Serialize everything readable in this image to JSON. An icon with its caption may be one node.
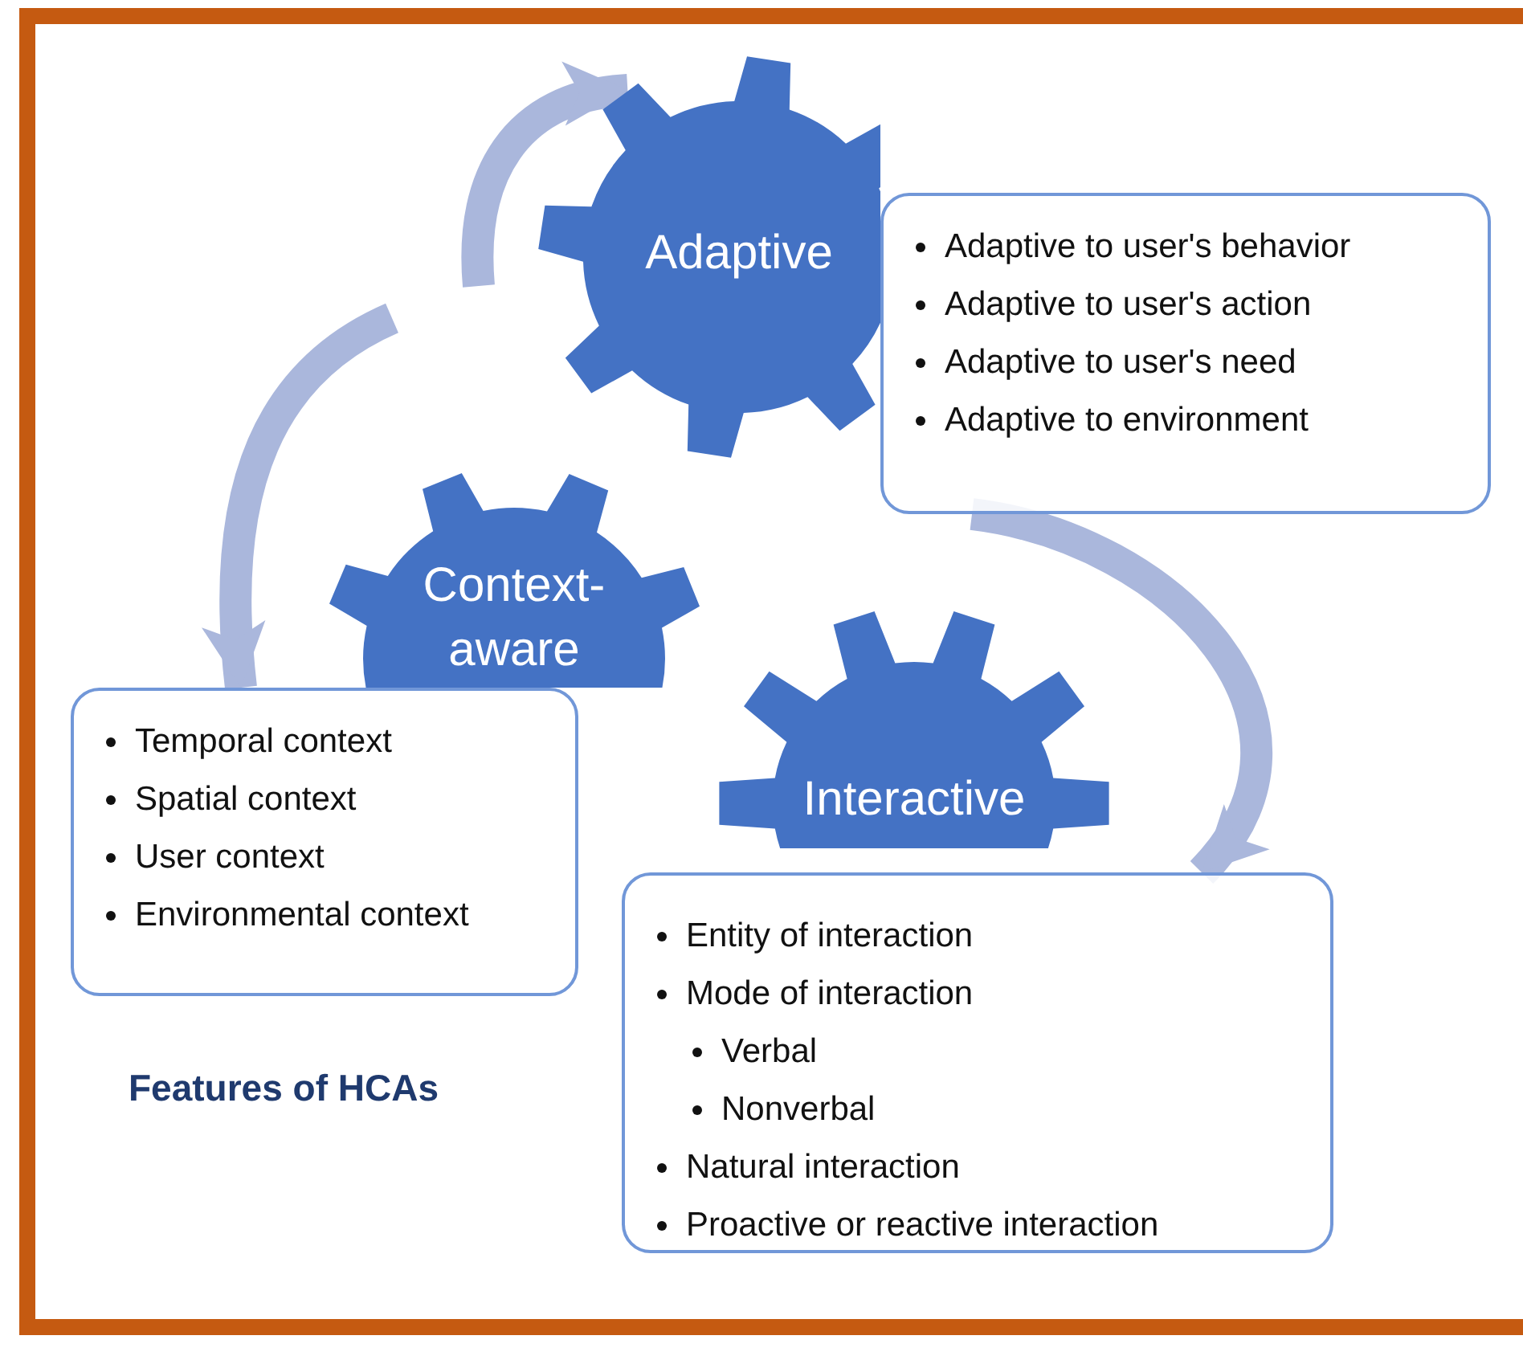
{
  "diagram": {
    "caption": "Features of HCAs",
    "nodes": [
      {
        "text": [
          "Adaptive"
        ]
      },
      {
        "text": [
          "Context- aware"
        ]
      },
      {
        "text": [
          "Interactive"
        ]
      },
      {
        "text": [
          "Adaptive to user's behavior",
          "Adaptive to user's action",
          "Adaptive to user's need",
          "Adaptive to environment"
        ]
      },
      {
        "text": [
          "Temporal context",
          "Spatial context",
          "User context",
          "Environmental context"
        ]
      },
      {
        "text": [
          "Entity of interaction",
          "Mode of interaction",
          "Verbal",
          "Nonverbal",
          "Natural interaction",
          "Proactive or reactive interaction"
        ]
      }
    ],
    "edges": [
      {
        "from": null,
        "to": 0,
        "arrow": "to"
      },
      {
        "from": null,
        "to": 4,
        "arrow": "to"
      },
      {
        "from": 3,
        "to": 5,
        "arrow": "to"
      }
    ]
  }
}
